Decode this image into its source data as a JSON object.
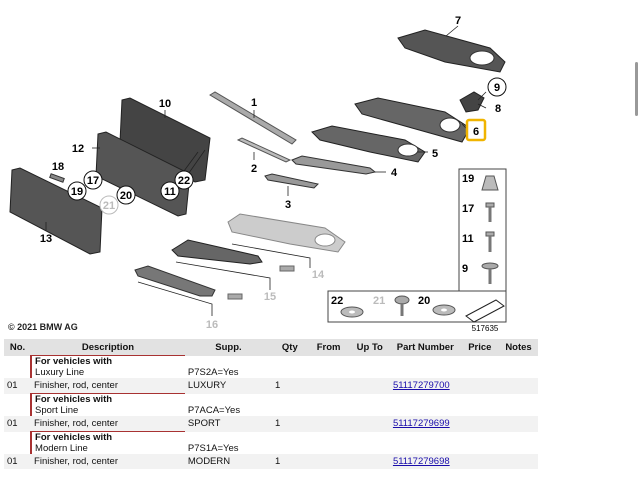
{
  "diagram": {
    "copyright": "© 2021 BMW AG",
    "figure_id": "517635",
    "callouts": [
      "1",
      "2",
      "3",
      "4",
      "5",
      "6",
      "7",
      "8",
      "9",
      "10",
      "11",
      "12",
      "13",
      "14",
      "15",
      "16",
      "17",
      "18",
      "19",
      "20",
      "21",
      "22"
    ],
    "legend_labels": [
      "19",
      "17",
      "11",
      "9",
      "22",
      "21",
      "20"
    ]
  },
  "table": {
    "headers": [
      "No.",
      "Description",
      "Supp.",
      "Qty",
      "From",
      "Up To",
      "Part Number",
      "Price",
      "Notes"
    ],
    "groups": [
      {
        "title": "For vehicles with",
        "subtitle": "Luxury Line",
        "supp": "P7S2A=Yes",
        "no": "01",
        "desc": "Finisher, rod, center",
        "code": "LUXURY",
        "qty": "1",
        "part": "51117279700"
      },
      {
        "title": "For vehicles with",
        "subtitle": "Sport Line",
        "supp": "P7ACA=Yes",
        "no": "01",
        "desc": "Finisher, rod, center",
        "code": "SPORT",
        "qty": "1",
        "part": "51117279699"
      },
      {
        "title": "For vehicles with",
        "subtitle": "Modern Line",
        "supp": "P7S1A=Yes",
        "no": "01",
        "desc": "Finisher, rod, center",
        "code": "MODERN",
        "qty": "1",
        "part": "51117279698"
      }
    ]
  }
}
